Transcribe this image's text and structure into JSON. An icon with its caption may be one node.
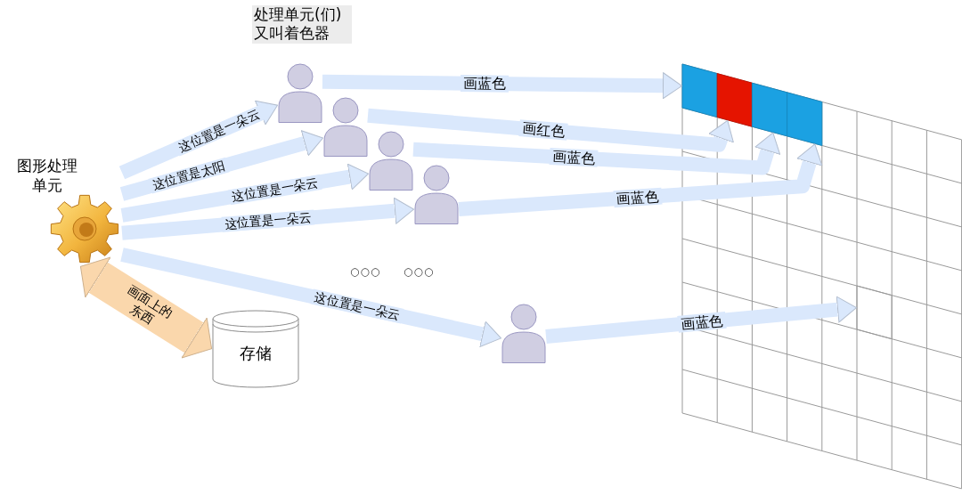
{
  "diagram": {
    "nodes": [
      {
        "text": [
          "图形处理单元"
        ]
      },
      {
        "text": [],
        "shape": "person"
      },
      {
        "text": [],
        "shape": "person"
      },
      {
        "text": [],
        "shape": "person"
      },
      {
        "text": [],
        "shape": "person"
      },
      {
        "text": [
          "存储"
        ]
      },
      {
        "text": [],
        "shape": "person"
      },
      {
        "text": [],
        "shape": "grid"
      },
      {
        "text": [],
        "shape": "box",
        "in": 7
      },
      {
        "text": [],
        "shape": "box",
        "in": 7
      },
      {
        "text": [],
        "shape": "box",
        "in": 7
      },
      {
        "text": [],
        "shape": "box",
        "in": 7
      },
      {
        "text": [],
        "shape": "box",
        "in": 7
      }
    ],
    "edges": [
      {
        "from": 0,
        "to": 1,
        "arrow": "to",
        "label": "这位置是一朵云"
      },
      {
        "from": 0,
        "to": 2,
        "arrow": "to",
        "label": "这位置是太阳"
      },
      {
        "from": 0,
        "to": 3,
        "arrow": "to",
        "label": "这位置是一朵云"
      },
      {
        "from": 0,
        "to": 4,
        "arrow": "to",
        "label": "这位置是一朵云"
      },
      {
        "from": 0,
        "to": 6,
        "arrow": "to",
        "label": "这位置是一朵云"
      },
      {
        "from": 0,
        "to": 5,
        "arrow": "both",
        "label": "画面上的东西",
        "color": "#fad7ac"
      },
      {
        "from": 1,
        "to": 8,
        "arrow": "to",
        "label": "画蓝色"
      },
      {
        "from": 2,
        "to": 9,
        "arrow": "to",
        "label": "画红色"
      },
      {
        "from": 3,
        "to": 10,
        "arrow": "to",
        "label": "画蓝色"
      },
      {
        "from": 4,
        "to": 11,
        "arrow": "to",
        "label": "画蓝色"
      },
      {
        "from": 6,
        "to": 12,
        "arrow": "to",
        "label": "画蓝色"
      }
    ],
    "labels": [
      "处理单元(们) 又叫着色器",
      "○○○",
      "○○○"
    ]
  }
}
